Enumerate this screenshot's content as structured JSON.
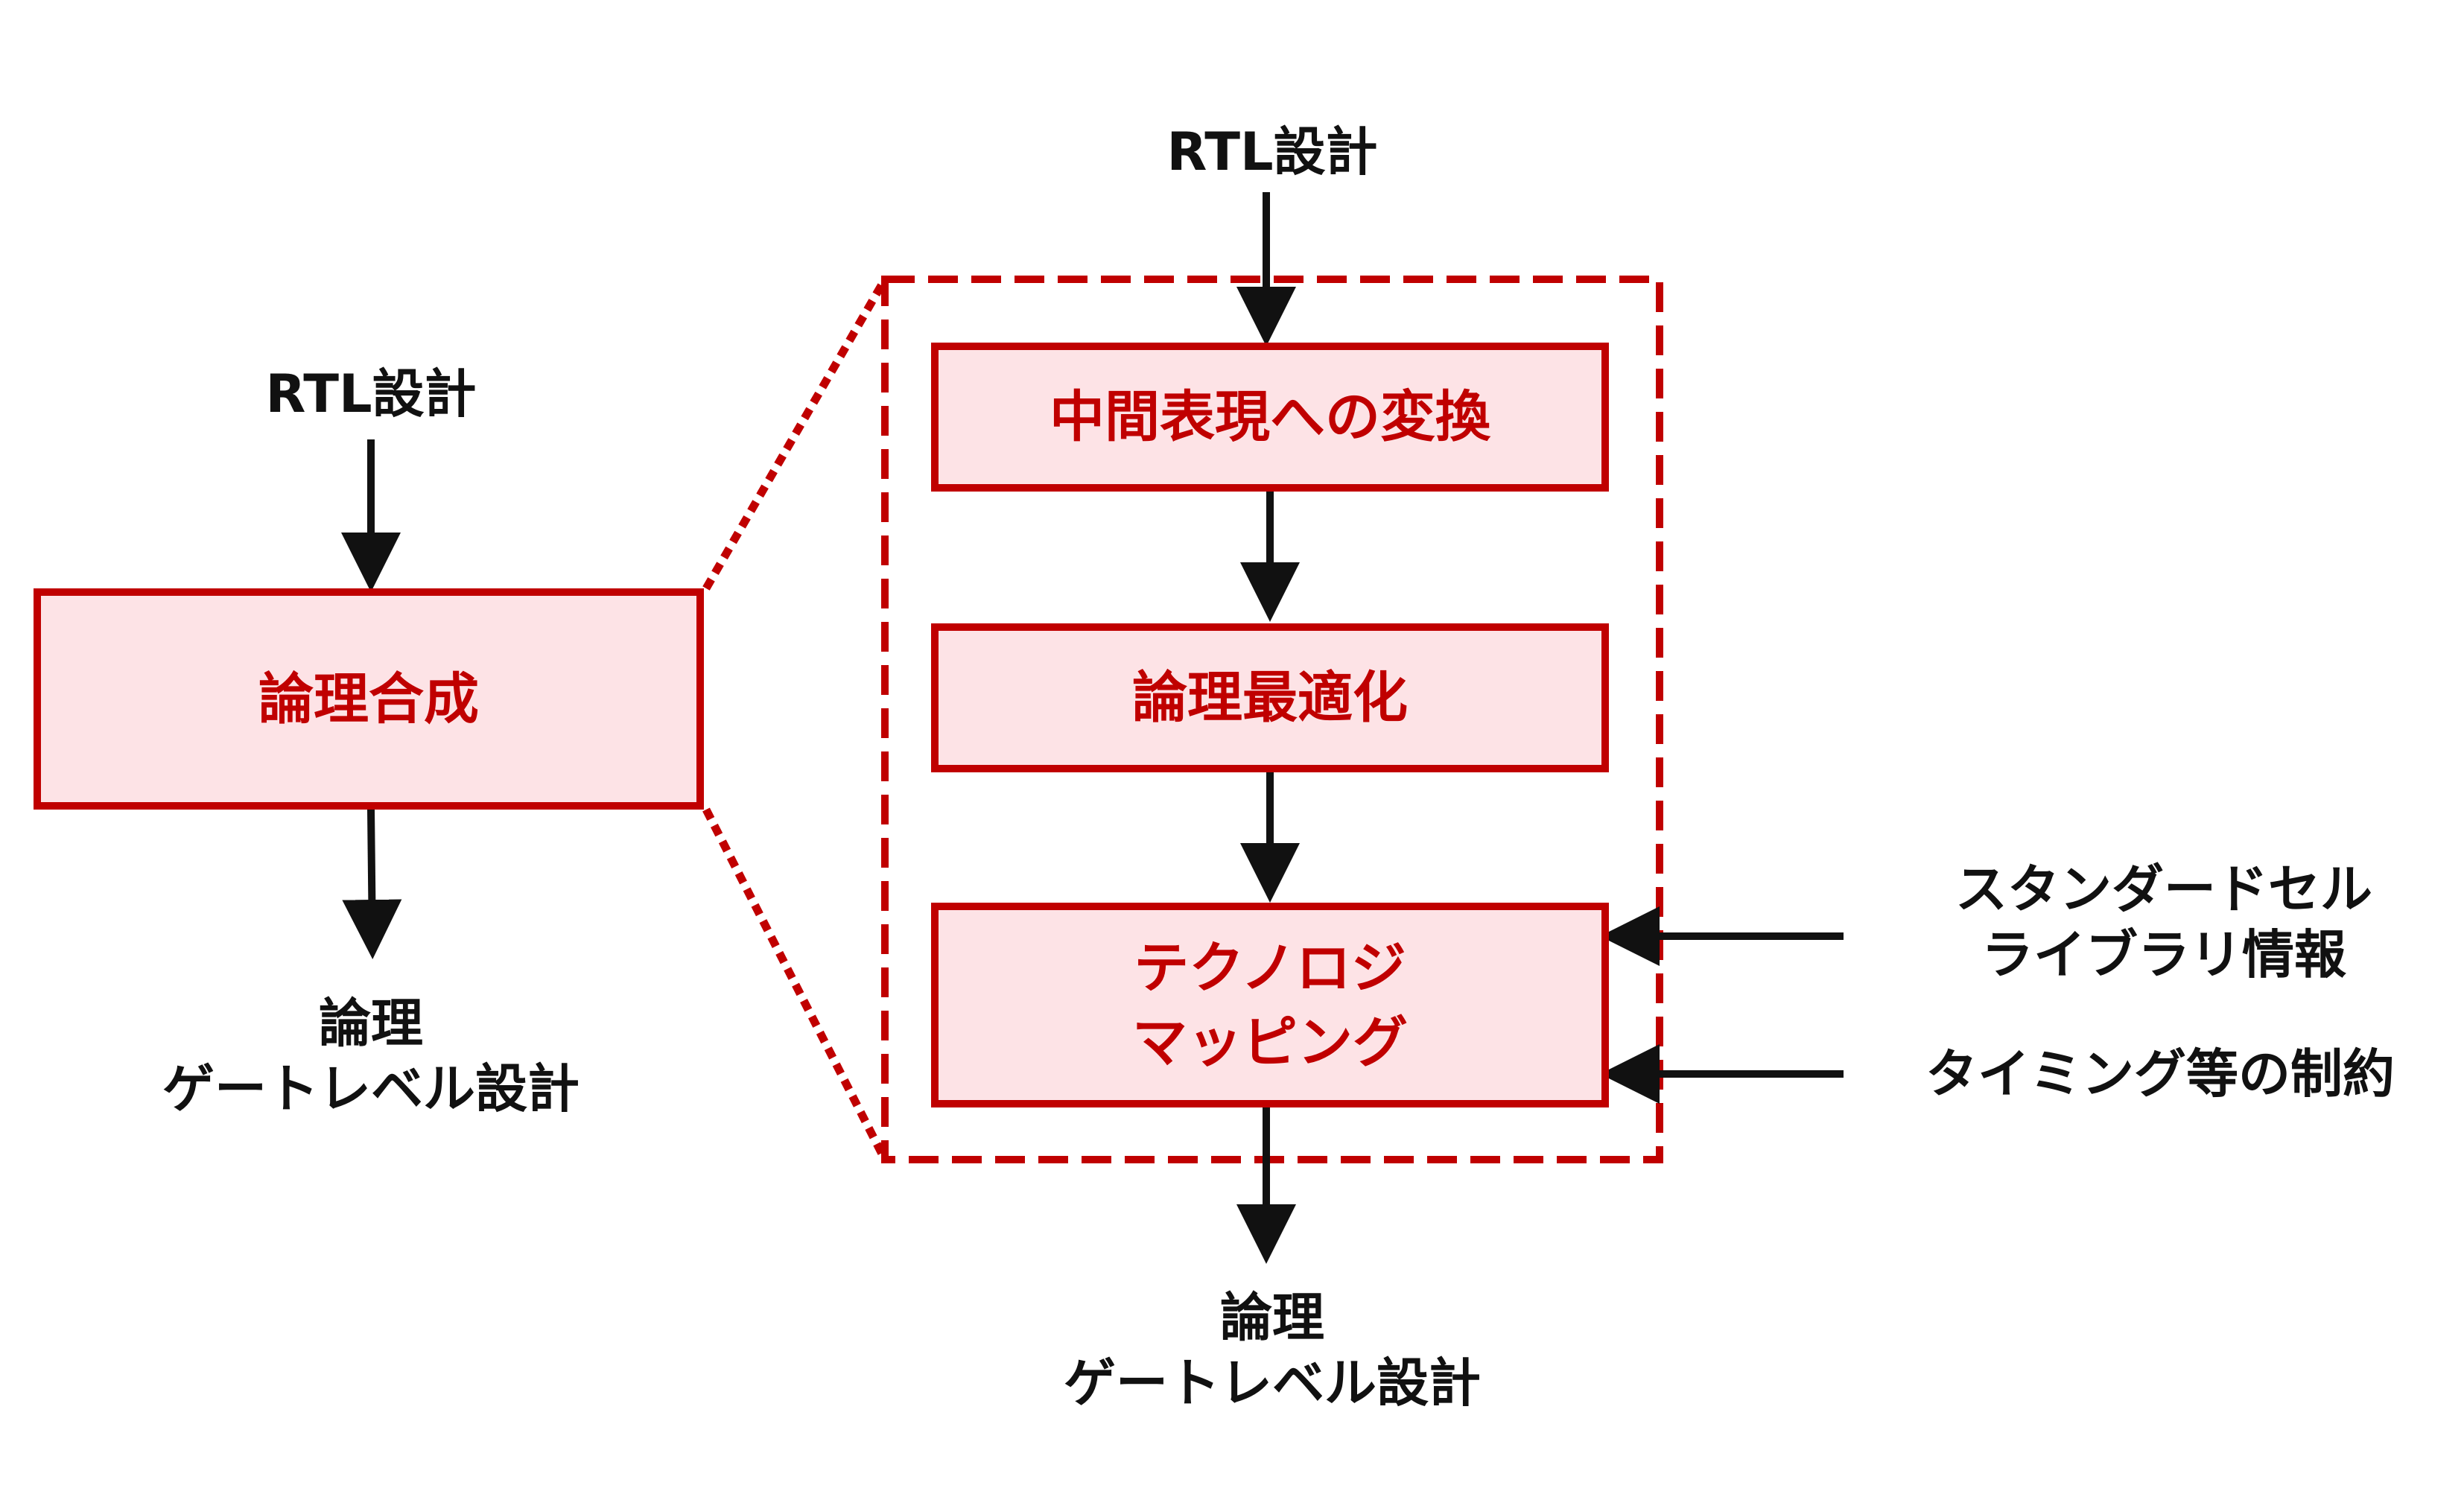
{
  "colors": {
    "accent": "#c00000",
    "box_fill": "#fde3e6",
    "text": "#111111"
  },
  "left": {
    "input": "RTL設計",
    "box": "論理合成",
    "output_line1": "論理",
    "output_line2": "ゲートレベル設計"
  },
  "right": {
    "input": "RTL設計",
    "step1": "中間表現への変換",
    "step2": "論理最適化",
    "step3_line1": "テクノロジ",
    "step3_line2": "マッピング",
    "output_line1": "論理",
    "output_line2": "ゲートレベル設計",
    "side_input1_line1": "スタンダードセル",
    "side_input1_line2": "ライブラリ情報",
    "side_input2": "タイミング等の制約"
  }
}
